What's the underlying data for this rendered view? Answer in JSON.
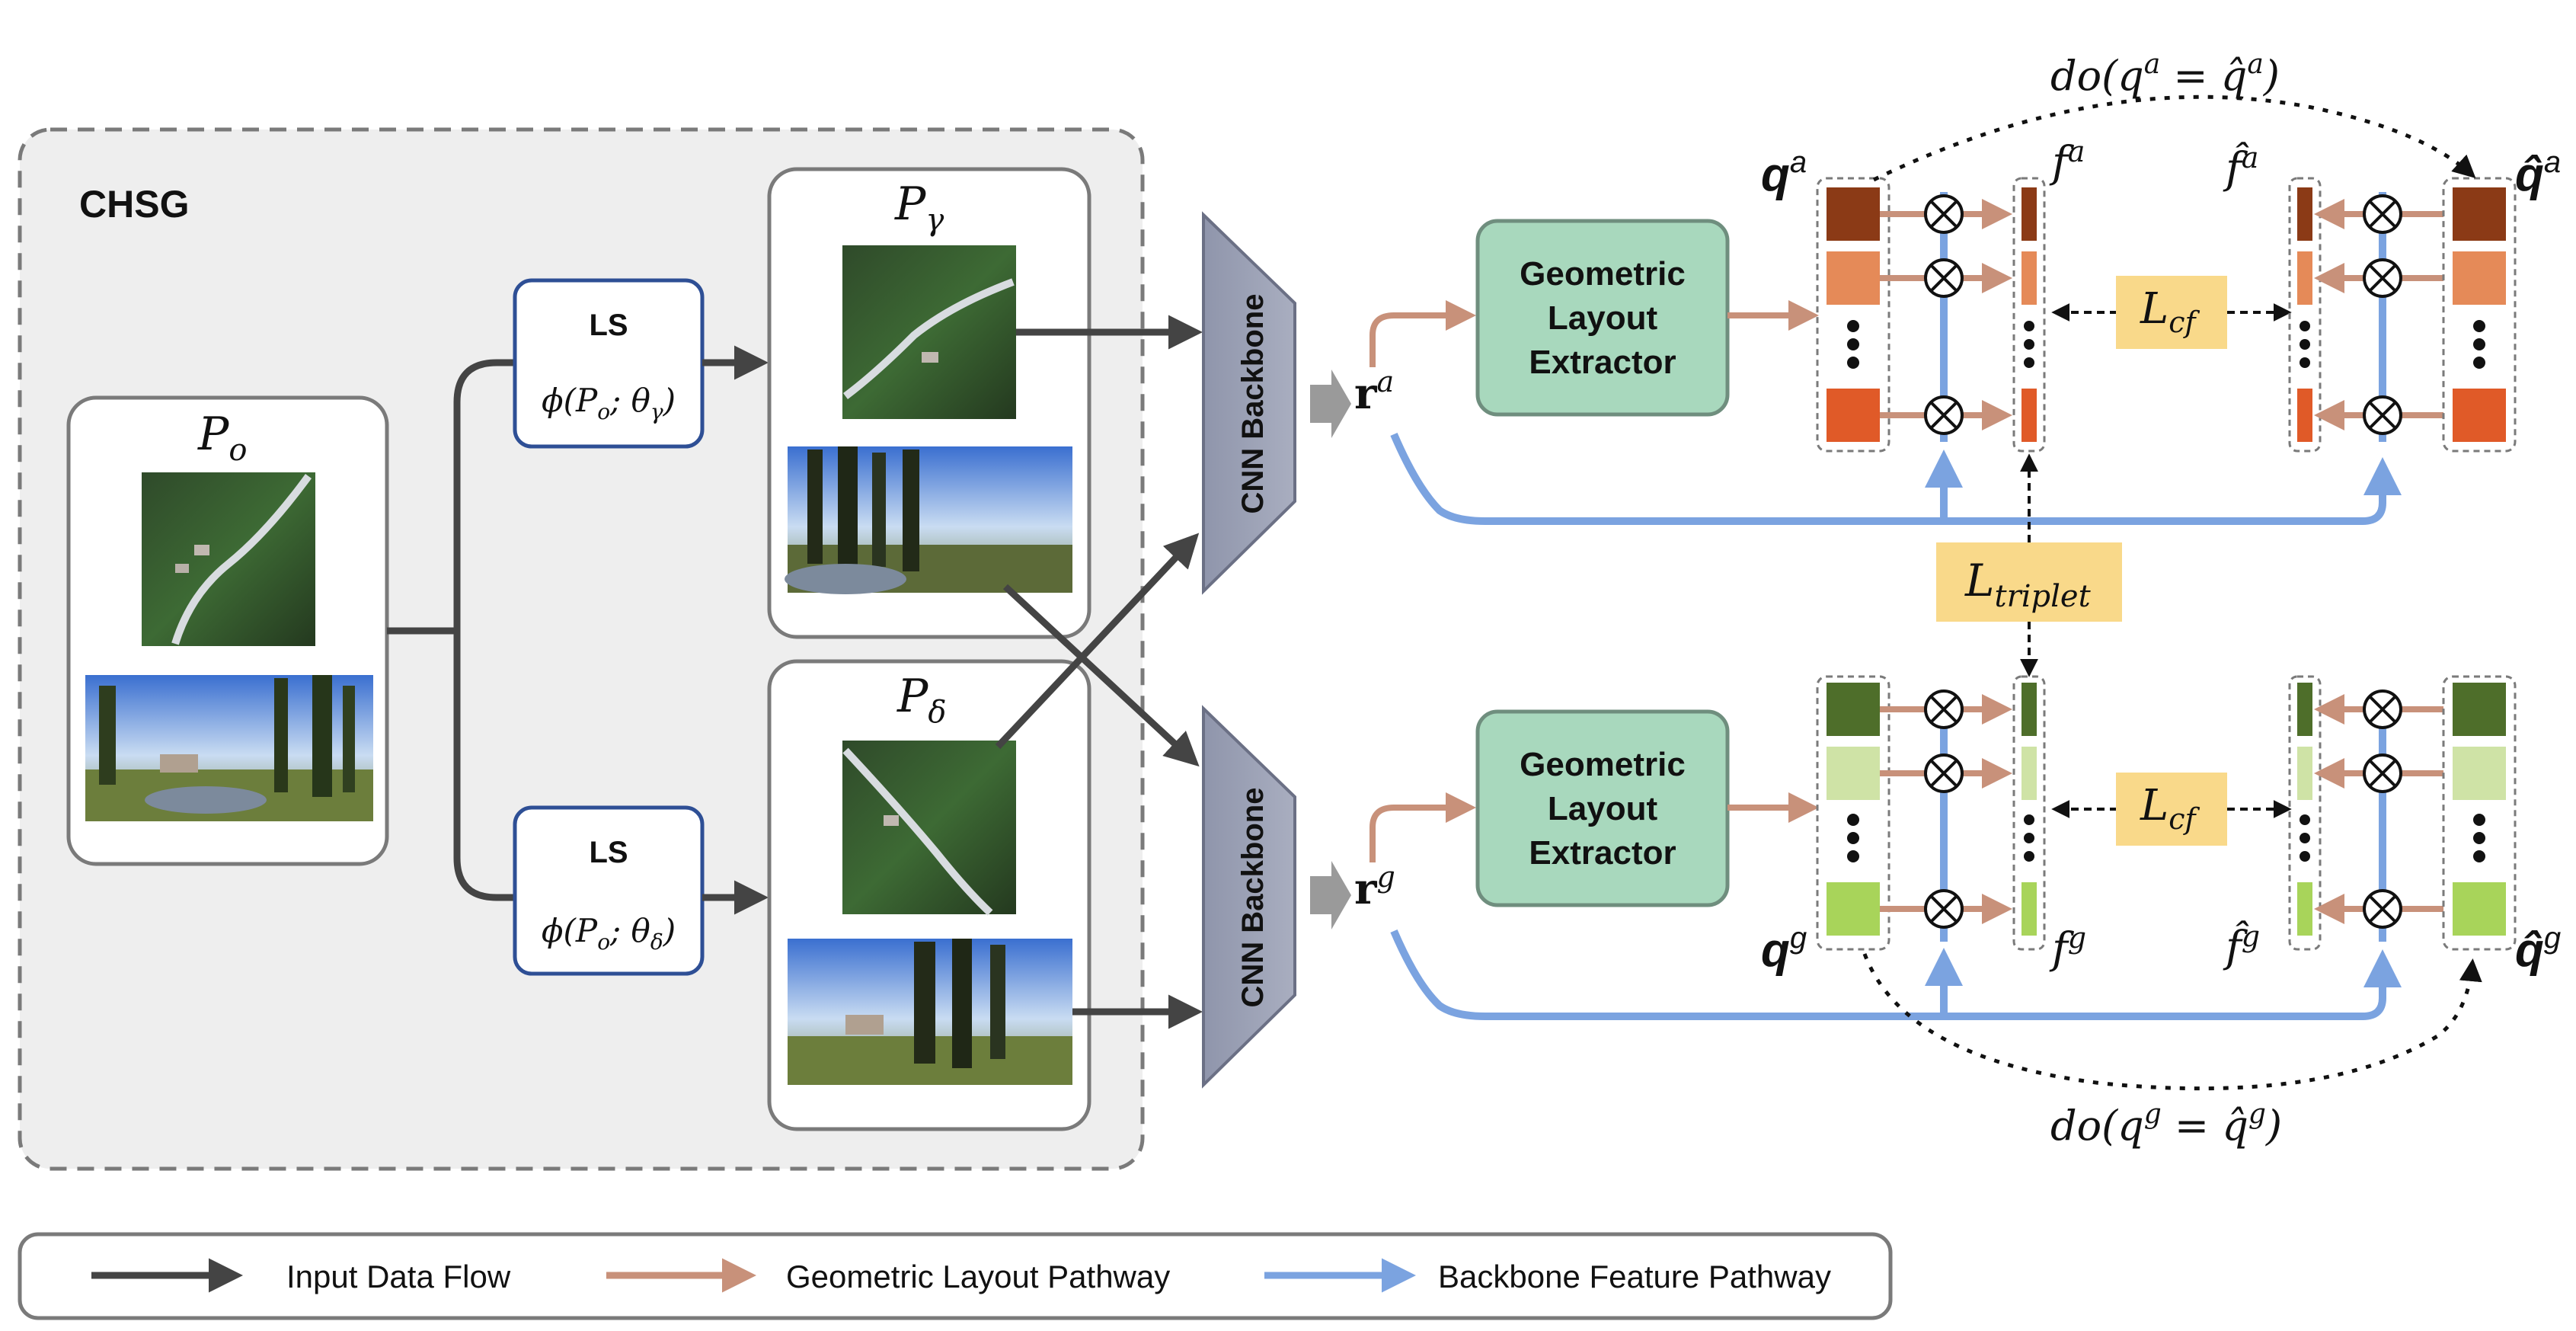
{
  "chsg": {
    "title": "CHSG"
  },
  "p_o": {
    "label": "P",
    "sub": "o"
  },
  "ls_top": {
    "title": "LS",
    "formula": "ϕ(P",
    "formula_sub": "o",
    "formula_rest": "; θ",
    "formula_sub2": "γ",
    "formula_end": ")"
  },
  "ls_bottom": {
    "title": "LS",
    "formula": "ϕ(P",
    "formula_sub": "o",
    "formula_rest": "; θ",
    "formula_sub2": "δ",
    "formula_end": ")"
  },
  "p_gamma": {
    "label": "P",
    "sub": "γ"
  },
  "p_delta": {
    "label": "P",
    "sub": "δ"
  },
  "backbone_top": {
    "label": "CNN Backbone"
  },
  "backbone_bottom": {
    "label": "CNN Backbone"
  },
  "r_a": {
    "label": "r",
    "sup": "a"
  },
  "r_g": {
    "label": "r",
    "sup": "g"
  },
  "extractor_top": {
    "line1": "Geometric",
    "line2": "Layout",
    "line3": "Extractor"
  },
  "extractor_bottom": {
    "line1": "Geometric",
    "line2": "Layout",
    "line3": "Extractor"
  },
  "q_a": {
    "label": "q",
    "sup": "a"
  },
  "q_g": {
    "label": "q",
    "sup": "g"
  },
  "f_a": {
    "label": "f",
    "sup": "a"
  },
  "f_g": {
    "label": "f",
    "sup": "g"
  },
  "fhat_a": {
    "label": "f̂",
    "sup": "a"
  },
  "fhat_g": {
    "label": "f̂",
    "sup": "g"
  },
  "qhat_a": {
    "label": "q̂",
    "sup": "a"
  },
  "qhat_g": {
    "label": "q̂",
    "sup": "g"
  },
  "l_cf_top": {
    "label": "L",
    "sub": "cf"
  },
  "l_cf_bottom": {
    "label": "L",
    "sub": "cf"
  },
  "l_triplet": {
    "label": "L",
    "sub": "triplet"
  },
  "do_top": {
    "text": "do(q",
    "sup": "a",
    "mid": " = q̂",
    "sup2": "a",
    "end": ")"
  },
  "do_bottom": {
    "text": "do(q",
    "sup": "g",
    "mid": " = q̂",
    "sup2": "g",
    "end": ")"
  },
  "legend": {
    "input": "Input Data Flow",
    "geometric": "Geometric Layout Pathway",
    "backbone": "Backbone Feature Pathway"
  },
  "colors": {
    "input_flow": "#444444",
    "geometric_pathway": "#c8917a",
    "backbone_pathway": "#7ba3e0",
    "extractor_fill": "#a8d8bd",
    "loss_fill": "#f9d98a",
    "aerial_dark": "#8b3a16",
    "aerial_mid": "#e58a58",
    "aerial_low": "#e05a28",
    "ground_dark": "#4e6e2a",
    "ground_mid": "#cfe3a6",
    "ground_low": "#a8d45a",
    "backbone_fill": "#9aa0b5"
  }
}
